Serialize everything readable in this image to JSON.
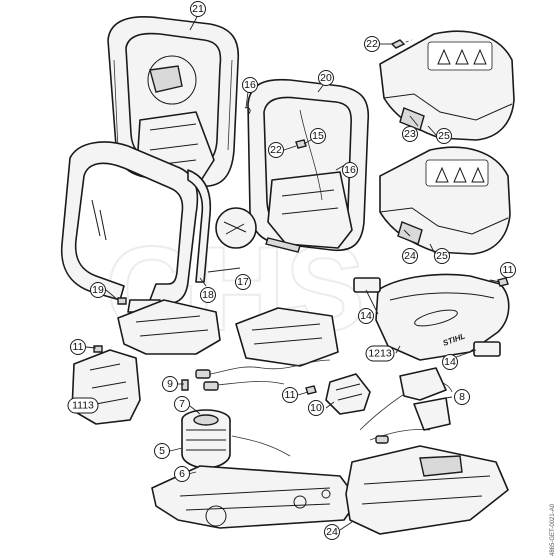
{
  "diagram": {
    "watermark": "GHS",
    "footer_ref": "4865-GET-0021-A0",
    "brand_logo": "STIHL",
    "callouts": [
      {
        "id": "21",
        "label": "21"
      },
      {
        "id": "22a",
        "label": "22"
      },
      {
        "id": "16a",
        "label": "16"
      },
      {
        "id": "20",
        "label": "20"
      },
      {
        "id": "15",
        "label": "15"
      },
      {
        "id": "22b",
        "label": "22"
      },
      {
        "id": "16b",
        "label": "16"
      },
      {
        "id": "23",
        "label": "23"
      },
      {
        "id": "25a",
        "label": "25"
      },
      {
        "id": "24a",
        "label": "24"
      },
      {
        "id": "25b",
        "label": "25"
      },
      {
        "id": "18",
        "label": "18"
      },
      {
        "id": "17",
        "label": "17"
      },
      {
        "id": "19",
        "label": "19"
      },
      {
        "id": "11a",
        "label": "11"
      },
      {
        "id": "11b",
        "label": "11"
      },
      {
        "id": "14a",
        "label": "14"
      },
      {
        "id": "14b",
        "label": "14"
      },
      {
        "id": "1213",
        "label": "1213"
      },
      {
        "id": "1113",
        "label": "1113"
      },
      {
        "id": "9",
        "label": "9"
      },
      {
        "id": "7",
        "label": "7"
      },
      {
        "id": "11c",
        "label": "11"
      },
      {
        "id": "10",
        "label": "10"
      },
      {
        "id": "8",
        "label": "8"
      },
      {
        "id": "5",
        "label": "5"
      },
      {
        "id": "6",
        "label": "6"
      },
      {
        "id": "24b",
        "label": "24"
      }
    ]
  }
}
